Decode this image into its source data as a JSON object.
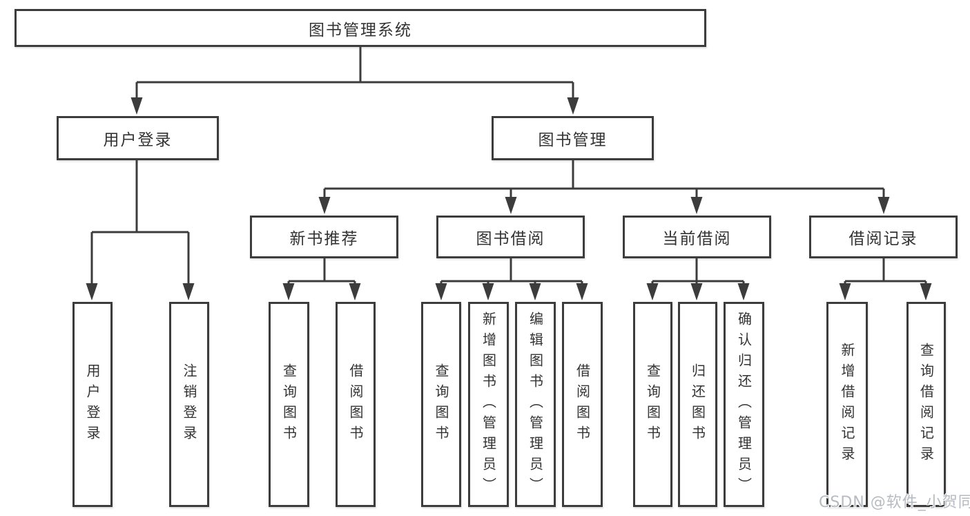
{
  "diagram": {
    "watermark": "CSDN @软件_小贺同学",
    "colors": {
      "line": "#3c3c3c",
      "text": "#333333",
      "box_background": "#ffffff",
      "watermark": "#b6bbc2"
    },
    "nodes": {
      "root": {
        "label": "图书管理系统"
      },
      "user_login": {
        "label": "用户登录"
      },
      "book_mgmt": {
        "label": "图书管理"
      },
      "new_book_rec": {
        "label": "新书推荐"
      },
      "book_borrow": {
        "label": "图书借阅"
      },
      "current_borrow": {
        "label": "当前借阅"
      },
      "borrow_records": {
        "label": "借阅记录"
      },
      "leaf_login": {
        "label": "用户登录"
      },
      "leaf_logout": {
        "label": "注销登录"
      },
      "leaf_nb_query": {
        "label": "查询图书"
      },
      "leaf_nb_borrow": {
        "label": "借阅图书"
      },
      "leaf_bb_query": {
        "label": "查询图书"
      },
      "leaf_bb_add": {
        "label": "新增图书（管理员）"
      },
      "leaf_bb_edit": {
        "label": "编辑图书（管理员）"
      },
      "leaf_bb_borrow": {
        "label": "借阅图书"
      },
      "leaf_cb_query": {
        "label": "查询图书"
      },
      "leaf_cb_return": {
        "label": "归还图书"
      },
      "leaf_cb_confirm": {
        "label": "确认归还（管理员）"
      },
      "leaf_br_add": {
        "label": "新增借阅记录"
      },
      "leaf_br_query": {
        "label": "查询借阅记录"
      }
    }
  }
}
